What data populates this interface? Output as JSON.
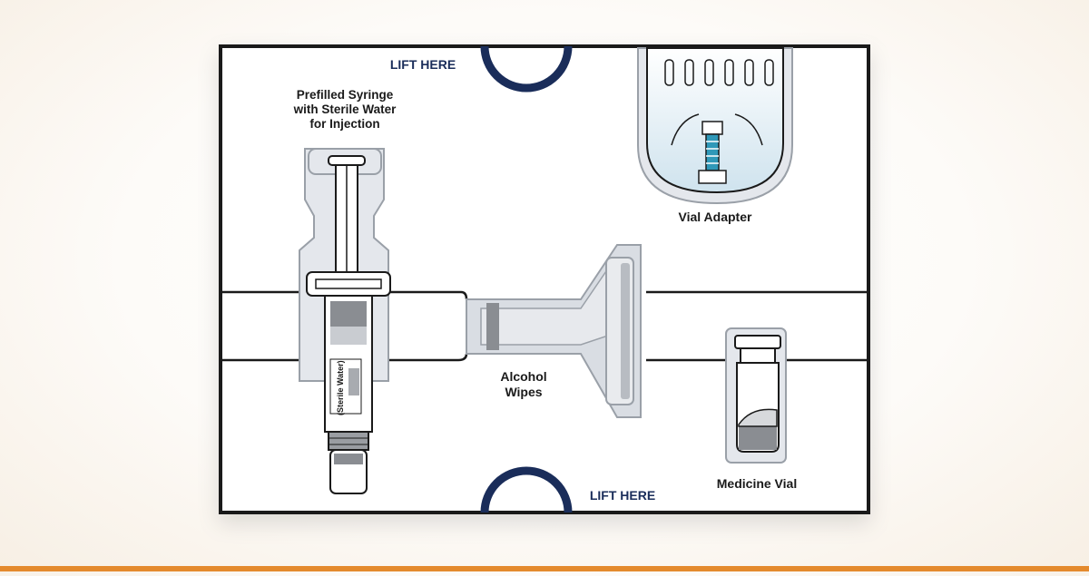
{
  "labels": {
    "lift_here_top": "LIFT HERE",
    "lift_here_bottom": "LIFT HERE",
    "syringe_line1": "Prefilled Syringe",
    "syringe_line2": "with Sterile Water",
    "syringe_line3": "for Injection",
    "vial_adapter": "Vial Adapter",
    "alcohol_line1": "Alcohol",
    "alcohol_line2": "Wipes",
    "medicine_vial": "Medicine Vial",
    "syringe_barrel_text": "(Sterile Water)"
  },
  "colors": {
    "navy": "#1a2d5a",
    "outline": "#1a1a1a",
    "tray_gray": "#d9dde3",
    "accent": "#e48a2d",
    "vial_blue": "#2f98b8"
  }
}
